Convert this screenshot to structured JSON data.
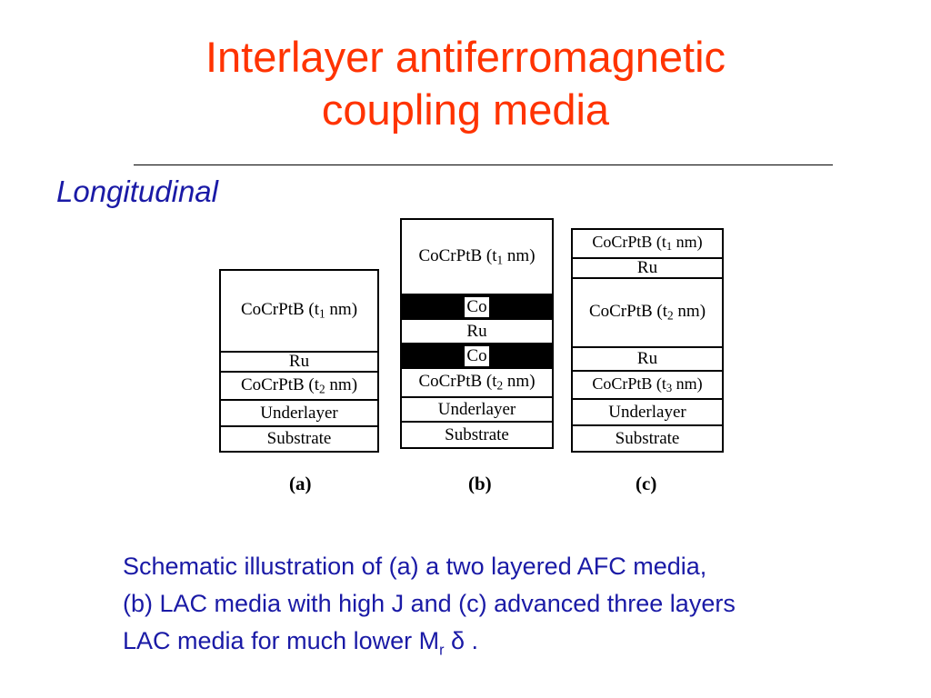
{
  "slide": {
    "title_line1": "Interlayer antiferromagnetic",
    "title_line2": "coupling media",
    "subtitle": "Longitudinal",
    "caption": {
      "line1": "Schematic illustration of (a) a two layered AFC media,",
      "line2": "(b) LAC media with high J and (c) advanced three layers",
      "line3_prefix": "LAC media for much lower M",
      "line3_sub": "r",
      "line3_suffix": " δ ."
    }
  },
  "diagram": {
    "stacks": [
      {
        "caption": "(a)",
        "layers": [
          {
            "pre": "CoCrPtB (t",
            "sub": "1",
            "post": " nm)",
            "style": "light"
          },
          {
            "pre": "Ru",
            "sub": "",
            "post": "",
            "style": "light"
          },
          {
            "pre": "CoCrPtB (t",
            "sub": "2",
            "post": " nm)",
            "style": "light"
          },
          {
            "pre": "Underlayer",
            "sub": "",
            "post": "",
            "style": "light"
          },
          {
            "pre": "Substrate",
            "sub": "",
            "post": "",
            "style": "light"
          }
        ]
      },
      {
        "caption": "(b)",
        "layers": [
          {
            "pre": "CoCrPtB (t",
            "sub": "1",
            "post": " nm)",
            "style": "light"
          },
          {
            "pre": "Co",
            "sub": "",
            "post": "",
            "style": "dark"
          },
          {
            "pre": "Ru",
            "sub": "",
            "post": "",
            "style": "light"
          },
          {
            "pre": "Co",
            "sub": "",
            "post": "",
            "style": "dark"
          },
          {
            "pre": "CoCrPtB (t",
            "sub": "2",
            "post": " nm)",
            "style": "light"
          },
          {
            "pre": "Underlayer",
            "sub": "",
            "post": "",
            "style": "light"
          },
          {
            "pre": "Substrate",
            "sub": "",
            "post": "",
            "style": "light"
          }
        ]
      },
      {
        "caption": "(c)",
        "layers": [
          {
            "pre": "CoCrPtB (t",
            "sub": "1",
            "post": " nm)",
            "style": "light"
          },
          {
            "pre": "Ru",
            "sub": "",
            "post": "",
            "style": "light"
          },
          {
            "pre": "CoCrPtB (t",
            "sub": "2",
            "post": " nm)",
            "style": "light"
          },
          {
            "pre": "Ru",
            "sub": "",
            "post": "",
            "style": "light"
          },
          {
            "pre": "CoCrPtB (t",
            "sub": "3",
            "post": " nm)",
            "style": "light"
          },
          {
            "pre": "Underlayer",
            "sub": "",
            "post": "",
            "style": "light"
          },
          {
            "pre": "Substrate",
            "sub": "",
            "post": "",
            "style": "light"
          }
        ]
      }
    ]
  }
}
